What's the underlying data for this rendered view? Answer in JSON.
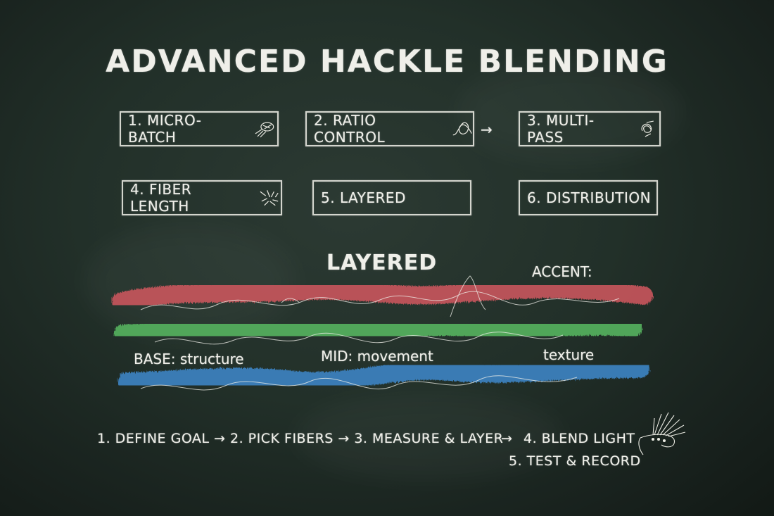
{
  "title": "ADVANCED HACKLE BLENDING",
  "boxes": [
    {
      "label": "1. MICRO-BATCH",
      "icon": "fiber-tuft-icon"
    },
    {
      "label": "2. RATIO CONTROL",
      "icon": "loop-icon"
    },
    {
      "label": "3. MULTI-PASS",
      "icon": "swirl-icon"
    },
    {
      "label": "4. FIBER LENGTH",
      "icon": "scatter-icon"
    },
    {
      "label": "5. LAYERED",
      "icon": ""
    },
    {
      "label": "6. DISTRIBUTION",
      "icon": ""
    }
  ],
  "connector_arrow": "→",
  "layered": {
    "title": "LAYERED",
    "accent_label": "ACCENT:",
    "accent_desc": "texture",
    "base_label": "BASE: structure",
    "mid_label": "MID: movement",
    "colors": {
      "top": "#c9575d",
      "middle": "#56b35f",
      "bottom": "#3c84c4"
    }
  },
  "steps": {
    "line1": "1. DEFINE GOAL → 2. PICK FIBERS → 3. MEASURE & LAYER",
    "line1_arrow": "→",
    "line1_tail": "4. BLEND LIGHT",
    "line2": "5. TEST & RECORD"
  },
  "decor": {
    "fly_icon": "hackle-fly-icon"
  }
}
